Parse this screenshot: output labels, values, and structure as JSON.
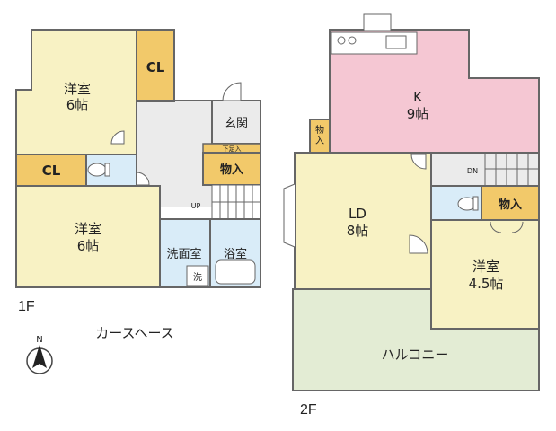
{
  "colors": {
    "bedroom": "#f8f2c4",
    "closet": "#f2c96a",
    "kitchen": "#f5c7d3",
    "balcony": "#e3ecd4",
    "wet_area": "#d9ecf8",
    "hall": "#ebebeb",
    "wall": "#666666"
  },
  "floor1": {
    "label": "1F",
    "bedroom_a": {
      "name": "洋室",
      "size": "6帖"
    },
    "closet_a": "CL",
    "closet_b": "CL",
    "entrance": "玄関",
    "shoe_storage": "下足入",
    "storage": "物入",
    "bedroom_b": {
      "name": "洋室",
      "size": "6帖"
    },
    "washroom": "洗面室",
    "washer": "洗",
    "bathroom": "浴室",
    "stairs_up": "UP"
  },
  "floor2": {
    "label": "2F",
    "kitchen": {
      "name": "K",
      "size": "9帖"
    },
    "storage_small": "物入",
    "living_dining": {
      "name": "LD",
      "size": "8帖"
    },
    "stairs_down": "DN",
    "storage": "物入",
    "bedroom": {
      "name": "洋室",
      "size": "4.5帖"
    },
    "balcony": "ハルコニー"
  },
  "carport": "カースヘース",
  "compass_label": "N"
}
